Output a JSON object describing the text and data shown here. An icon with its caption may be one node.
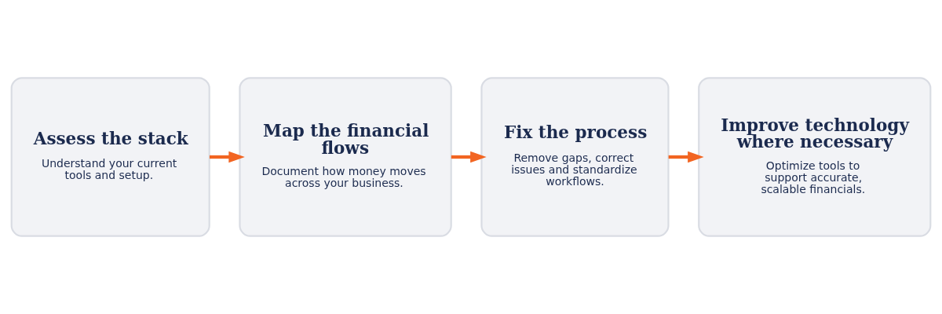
{
  "diagram": {
    "nodes": [
      {
        "text": [
          "Assess the stack",
          "Understand your current tools and setup."
        ]
      },
      {
        "text": [
          "Map the financial flows",
          "Document how money moves across your business."
        ]
      },
      {
        "text": [
          "Fix the process",
          "Remove gaps, correct issues and standardize workflows."
        ]
      },
      {
        "text": [
          "Improve technology where necessary",
          "Optimize tools to support accurate, scalable financials."
        ]
      }
    ],
    "edges": [
      {
        "from": 0,
        "to": 1,
        "arrow": "to"
      },
      {
        "from": 1,
        "to": 2,
        "arrow": "to"
      },
      {
        "from": 2,
        "to": 3,
        "arrow": "to"
      }
    ]
  }
}
